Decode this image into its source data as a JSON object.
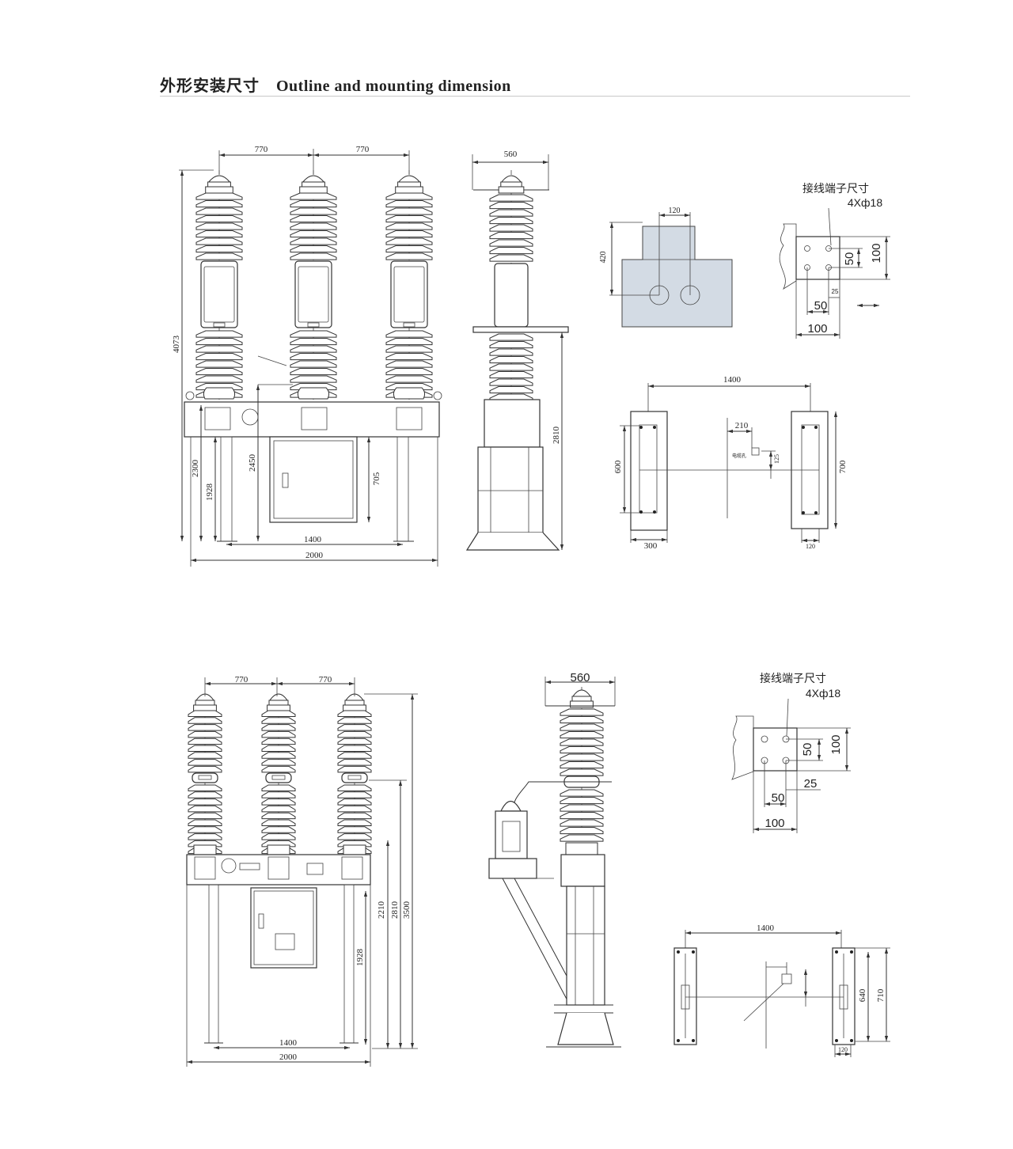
{
  "heading": {
    "title_zh": "外形安装尺寸",
    "title_en": "Outline and mounting dimension"
  },
  "top": {
    "front": {
      "pitch_a": "770",
      "pitch_b": "770",
      "height": "4073",
      "h1": "2300",
      "h2": "1928",
      "h3": "2450",
      "cab": "705",
      "base": "1400",
      "width": "2000"
    },
    "side": {
      "width": "560",
      "height": "2810"
    },
    "terminal_plate": {
      "spacing": "120",
      "height": "420"
    },
    "terminal": {
      "title": "接线端子尺寸",
      "holes": "4Xф18",
      "d50v": "50",
      "d100v": "100",
      "d25": "25",
      "d50h": "50",
      "d100h": "100"
    },
    "plan": {
      "width": "1400",
      "offset": "210",
      "hole_label": "电缆孔",
      "d125": "125",
      "left_h": "600",
      "right_h": "700",
      "left_w": "300",
      "right_w": "120"
    }
  },
  "bottom": {
    "front": {
      "pitch_a": "770",
      "pitch_b": "770",
      "h1": "2210",
      "h2": "2810",
      "h3": "3500",
      "h4": "1928",
      "base": "1400",
      "width": "2000"
    },
    "side": {
      "width": "560"
    },
    "terminal": {
      "title": "接线端子尺寸",
      "holes": "4Xф18",
      "d50v": "50",
      "d100v": "100",
      "d25": "25",
      "d50h": "50",
      "d100h": "100"
    },
    "plan": {
      "width": "1400",
      "h1": "640",
      "h2": "710",
      "w": "120"
    }
  }
}
